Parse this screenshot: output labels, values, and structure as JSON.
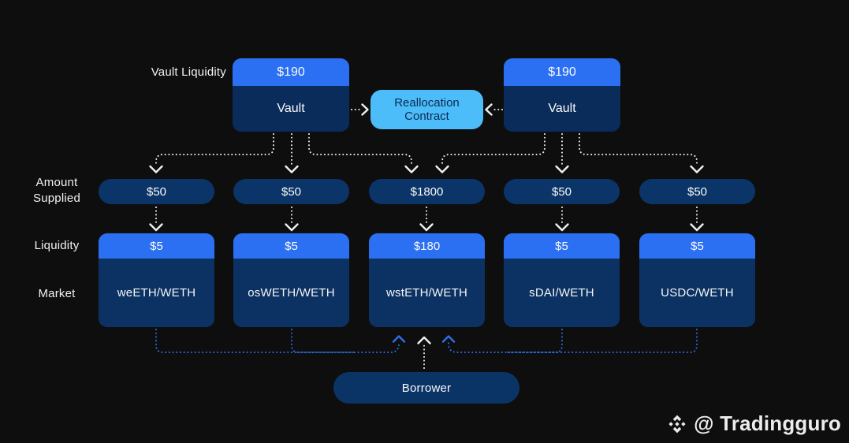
{
  "diagram": {
    "side_labels": {
      "vault_liquidity": "Vault Liquidity",
      "amount_supplied": "Amount\nSupplied",
      "liquidity": "Liquidity",
      "market": "Market"
    },
    "vaults": [
      {
        "liquidity": "$190",
        "label": "Vault"
      },
      {
        "liquidity": "$190",
        "label": "Vault"
      }
    ],
    "reallocation_contract": {
      "label": "Reallocation\nContract"
    },
    "markets": [
      {
        "amount_supplied": "$50",
        "liquidity": "$5",
        "name": "weETH/WETH"
      },
      {
        "amount_supplied": "$50",
        "liquidity": "$5",
        "name": "osWETH/WETH"
      },
      {
        "amount_supplied": "$1800",
        "liquidity": "$180",
        "name": "wstETH/WETH"
      },
      {
        "amount_supplied": "$50",
        "liquidity": "$5",
        "name": "sDAI/WETH"
      },
      {
        "amount_supplied": "$50",
        "liquidity": "$5",
        "name": "USDC/WETH"
      }
    ],
    "borrower_label": "Borrower"
  },
  "watermark": {
    "handle": "@ Tradingguro",
    "logo_icon": "binance-logo"
  },
  "colors": {
    "background": "#0e0e0f",
    "header_blue": "#2b70f2",
    "vault_body_navy": "#0a2c5a",
    "pill_navy": "#0b3568",
    "market_body_navy": "#0b3263",
    "contract_light_blue": "#4dbdfa",
    "contract_text_navy": "#0a2a52",
    "arrow_white": "#f0f0f0",
    "arrow_blue": "#2e6fe8",
    "text_white": "#fafafa"
  }
}
